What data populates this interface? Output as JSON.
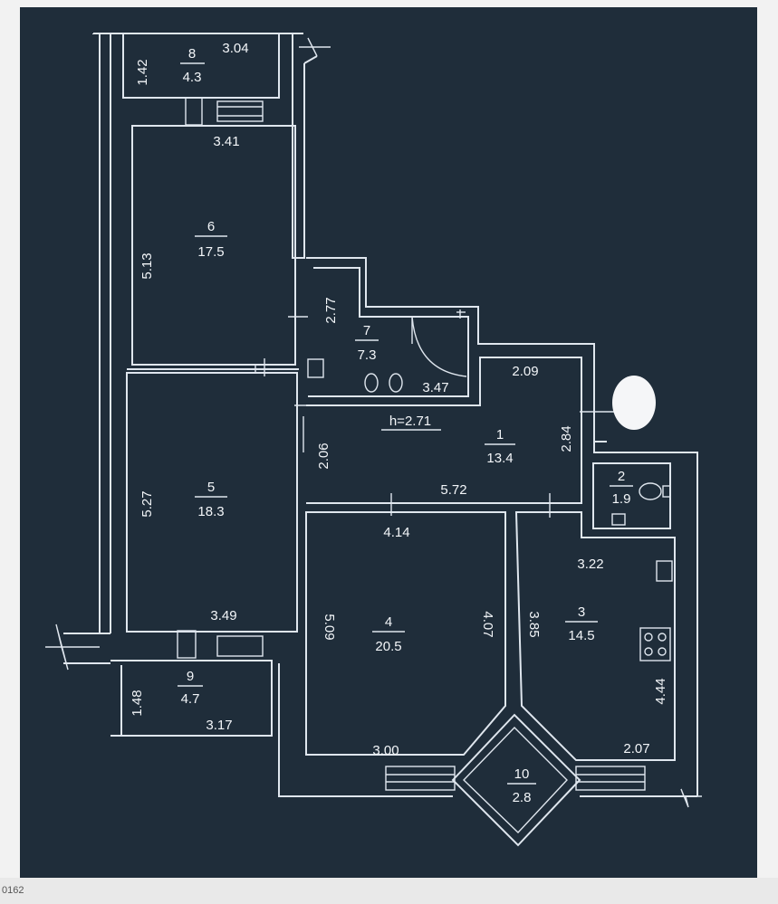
{
  "colors": {
    "screen_bg": "#1f2d3a",
    "lines": "#dfe6ee",
    "text": "#f3f6f9"
  },
  "rooms": [
    {
      "id": "room-1",
      "number": "1",
      "area": "13.4"
    },
    {
      "id": "room-2",
      "number": "2",
      "area": "1.9"
    },
    {
      "id": "room-3",
      "number": "3",
      "area": "14.5"
    },
    {
      "id": "room-4",
      "number": "4",
      "area": "20.5"
    },
    {
      "id": "room-5",
      "number": "5",
      "area": "18.3"
    },
    {
      "id": "room-6",
      "number": "6",
      "area": "17.5"
    },
    {
      "id": "room-7",
      "number": "7",
      "area": "7.3"
    },
    {
      "id": "room-8",
      "number": "8",
      "area": "4.3"
    },
    {
      "id": "room-9",
      "number": "9",
      "area": "4.7"
    },
    {
      "id": "room-10",
      "number": "10",
      "area": "2.8"
    }
  ],
  "ceiling_height": "h=2.71",
  "dimensions": {
    "d_3_04": "3.04",
    "d_1_42": "1.42",
    "d_3_41": "3.41",
    "d_5_13": "5.13",
    "d_2_77": "2.77",
    "d_3_47": "3.47",
    "d_2_09": "2.09",
    "d_2_84": "2.84",
    "d_2_06": "2.06",
    "d_5_72": "5.72",
    "d_5_27": "5.27",
    "d_4_14": "4.14",
    "d_3_22": "3.22",
    "d_3_49": "3.49",
    "d_5_09": "5.09",
    "d_4_07": "4.07",
    "d_3_85": "3.85",
    "d_1_48": "1.48",
    "d_3_17": "3.17",
    "d_4_44": "4.44",
    "d_3_00": "3.00",
    "d_2_07": "2.07"
  },
  "footer_fragment": "0162"
}
